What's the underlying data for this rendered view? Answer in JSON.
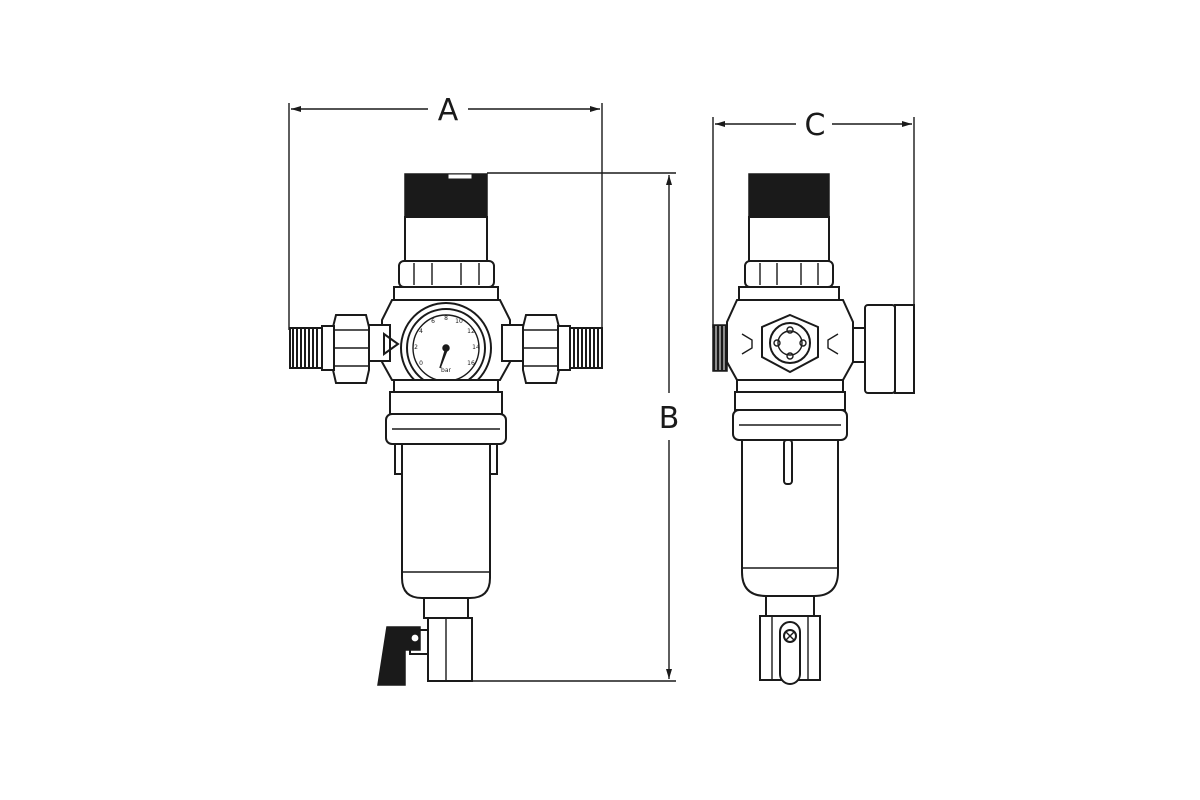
{
  "dimensions": {
    "a": "A",
    "b": "B",
    "c": "C"
  },
  "gauge": {
    "scale_labels": [
      "0",
      "2",
      "4",
      "6",
      "8",
      "10",
      "12",
      "14",
      "16"
    ],
    "unit": "bar"
  },
  "colors": {
    "line": "#1a1a1a",
    "background": "#ffffff"
  },
  "icons": {
    "flow_direction": "flow-direction-arrow-icon",
    "gauge_needle": "gauge-needle-icon",
    "drain_valve_handle": "drain-valve-handle-icon"
  }
}
